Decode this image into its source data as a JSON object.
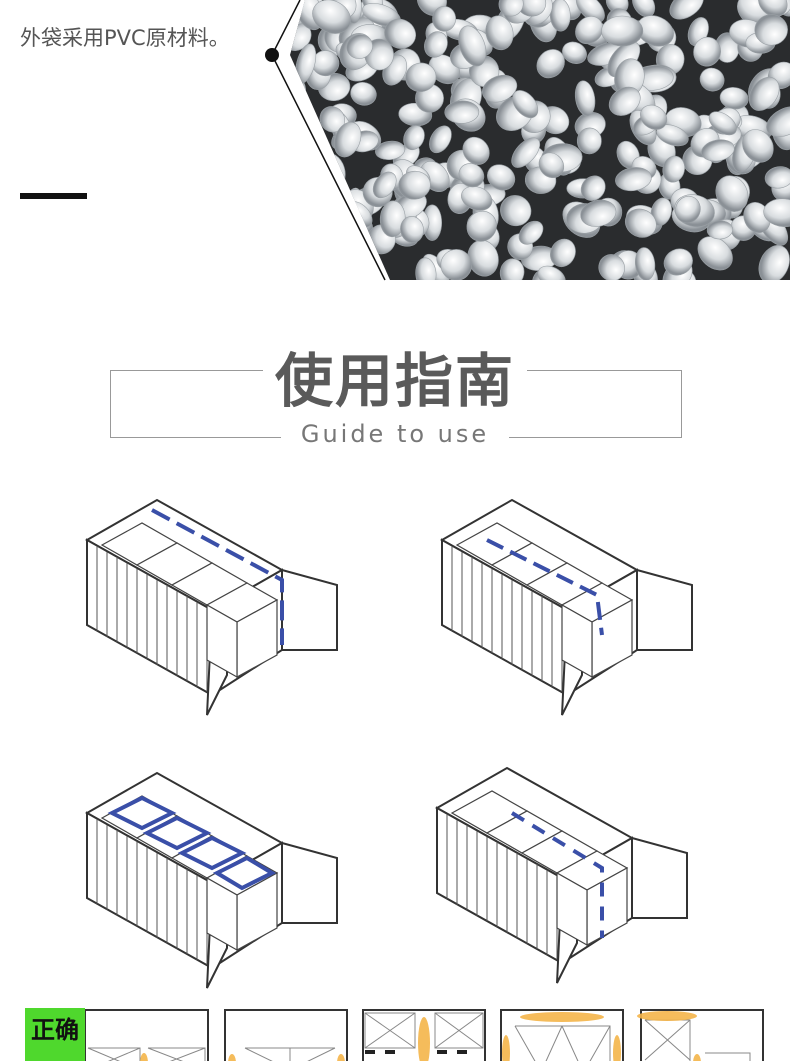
{
  "intro": {
    "text": "外袋采用PVC原材料。"
  },
  "guide": {
    "title": "使用指南",
    "subtitle": "Guide to use"
  },
  "bottom": {
    "badge": "正确"
  },
  "colors": {
    "accent_blue": "#3a4fa8",
    "badge_green": "#4fd82d",
    "pad_orange": "#f5b54a"
  }
}
